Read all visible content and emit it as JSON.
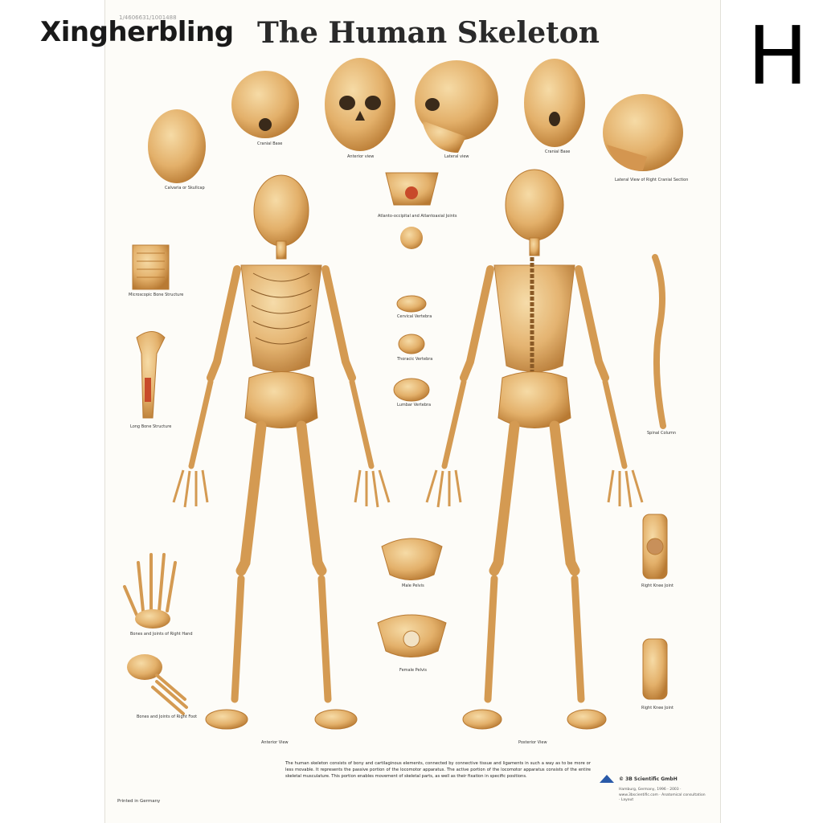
{
  "watermark": {
    "brand": "Xingherbling",
    "serial": "1/4606631/1001488"
  },
  "poster": {
    "title": "The Human Skeleton",
    "views": {
      "anterior": "Anterior View",
      "posterior": "Posterior View"
    },
    "captions": {
      "skull_top": "Calvaria or Skullcap",
      "cranial_base": "Cranial Base",
      "skull_anterior": "Anterior view",
      "skull_lateral": "Lateral view",
      "cranial_base_inferior": "Cranial Base",
      "skull_sagittal": "Lateral View of Right Cranial Section",
      "atlas_axis": "Atlanto-occipital and Atlantoaxial Joints",
      "bone_structure": "Microscopic Bone Structure",
      "long_bone": "Long Bone Structure",
      "cervical": "Cervical Vertebra",
      "thoracic": "Thoracic Vertebra",
      "lumbar": "Lumbar Vertebra",
      "hand": "Bones and Joints of Right Hand",
      "foot": "Bones and Joints of Right Foot",
      "male_pelvis": "Male Pelvis",
      "female_pelvis": "Female Pelvis",
      "spinal_column": "Spinal Column",
      "knee_joint": "Right Knee Joint",
      "right_knee": "Right Knee Joint"
    },
    "description": "The human skeleton consists of bony and cartilaginous elements, connected by connective tissue and ligaments in such a way as to be more or less movable. It represents the passive portion of the locomotor apparatus. The active portion of the locomotor apparatus consists of the entire skeletal musculature. This portion enables movement of skeletal parts, as well as their fixation in specific positions.",
    "printed": "Printed in Germany",
    "publisher": "© 3B Scientific GmbH",
    "publisher_info": "Hamburg, Germany, 1996 - 2003 · www.3bscientific.com · Anatomical consultation · Layout"
  },
  "variant_label": "H",
  "colors": {
    "bone": "#e3b06a",
    "bone_dark": "#b87a33",
    "paper": "#fdfcf8",
    "text": "#2a2a2a"
  }
}
